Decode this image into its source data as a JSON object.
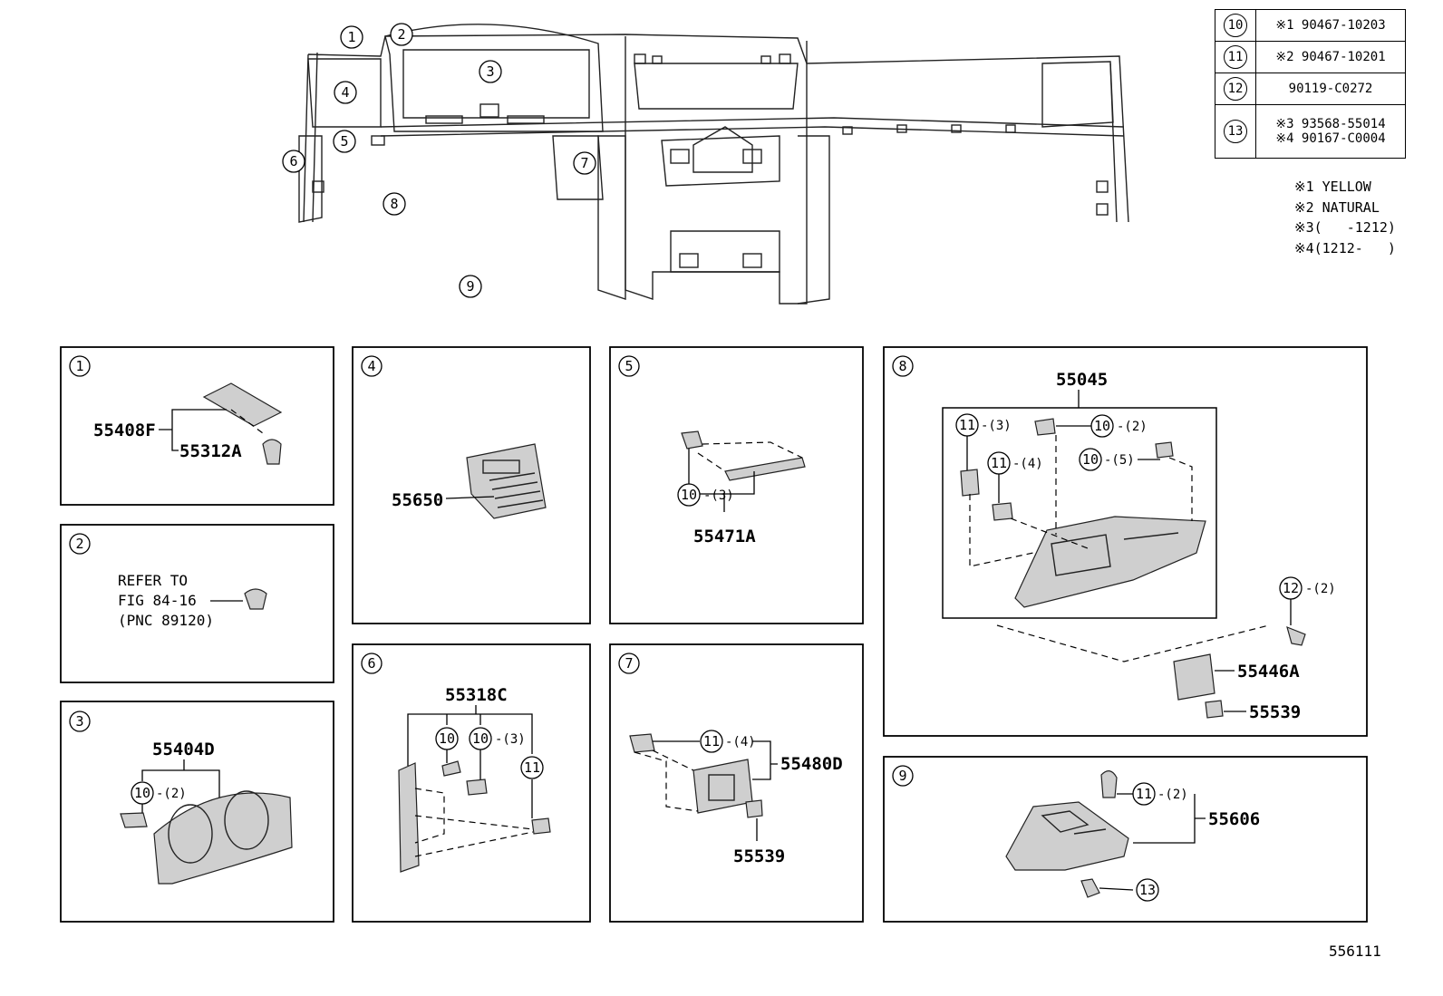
{
  "overview": {
    "callouts": [
      "1",
      "2",
      "3",
      "4",
      "5",
      "6",
      "7",
      "8",
      "9"
    ]
  },
  "legend": [
    {
      "num": "10",
      "lines": [
        "※1 90467-10203"
      ]
    },
    {
      "num": "11",
      "lines": [
        "※2 90467-10201"
      ]
    },
    {
      "num": "12",
      "lines": [
        "90119-C0272"
      ]
    },
    {
      "num": "13",
      "lines": [
        "※3 93568-55014",
        "※4 90167-C0004"
      ]
    }
  ],
  "notes": [
    "※1 YELLOW",
    "※2 NATURAL",
    "※3(   -1212)",
    "※4(1212-   )"
  ],
  "panels": {
    "p1": {
      "num": "1",
      "parts": [
        "55408F",
        "55312A"
      ]
    },
    "p2": {
      "num": "2",
      "ref": [
        "REFER TO",
        "FIG 84-16",
        "(PNC 89120)"
      ]
    },
    "p3": {
      "num": "3",
      "part": "55404D",
      "callout": "10",
      "qty": "-(2)"
    },
    "p4": {
      "num": "4",
      "part": "55650"
    },
    "p5": {
      "num": "5",
      "part": "55471A",
      "callout": "10",
      "qty": "-(3)"
    },
    "p6": {
      "num": "6",
      "part": "55318C",
      "callouts": [
        "10",
        "10",
        "11"
      ],
      "qty": "-(3)"
    },
    "p7": {
      "num": "7",
      "parts": [
        "55480D",
        "55539"
      ],
      "callout": "11",
      "qty": "-(4)"
    },
    "p8": {
      "num": "8",
      "parts": [
        "55045",
        "55446A",
        "55539"
      ],
      "callouts": [
        {
          "n": "11",
          "q": "-(3)"
        },
        {
          "n": "10",
          "q": "-(2)"
        },
        {
          "n": "11",
          "q": "-(4)"
        },
        {
          "n": "10",
          "q": "-(5)"
        },
        {
          "n": "12",
          "q": "-(2)"
        }
      ]
    },
    "p9": {
      "num": "9",
      "part": "55606",
      "callouts": [
        {
          "n": "11",
          "q": "-(2)"
        },
        {
          "n": "13",
          "q": ""
        }
      ]
    }
  },
  "figure_number": "556111"
}
